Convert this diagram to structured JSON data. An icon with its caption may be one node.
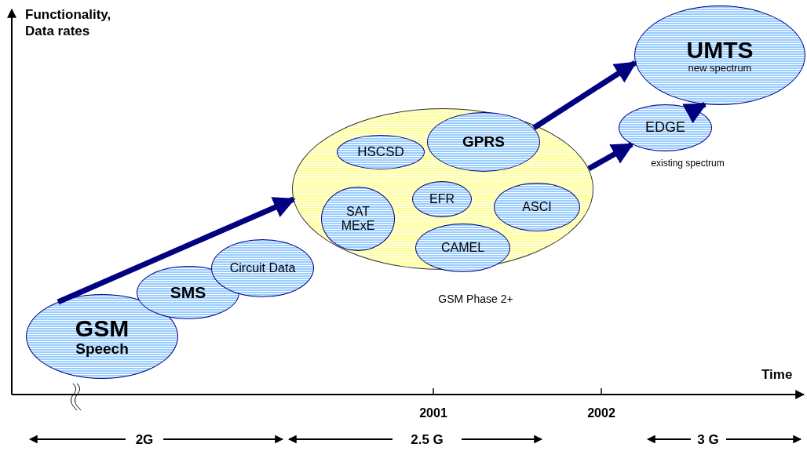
{
  "diagram": {
    "nodes": [
      {
        "text": [
          "GSM",
          "Speech"
        ]
      },
      {
        "text": [
          "SMS"
        ]
      },
      {
        "text": [
          "Circuit Data"
        ]
      },
      {
        "text": [
          "GSM Phase 2+"
        ]
      },
      {
        "text": [
          "HSCSD"
        ],
        "in": 3
      },
      {
        "text": [
          "GPRS"
        ],
        "in": 3
      },
      {
        "text": [
          "SAT MExE"
        ],
        "in": 3
      },
      {
        "text": [
          "EFR"
        ],
        "in": 3
      },
      {
        "text": [
          "ASCI"
        ],
        "in": 3
      },
      {
        "text": [
          "CAMEL"
        ],
        "in": 3
      },
      {
        "text": [
          "EDGE"
        ],
        "beside": [
          "existing spectrum"
        ]
      },
      {
        "text": [
          "UMTS",
          "new spectrum"
        ]
      }
    ],
    "edges": [
      {
        "from": 0,
        "to": 3,
        "arrow": "to"
      },
      {
        "from": 5,
        "to": 11,
        "arrow": "to"
      },
      {
        "from": 3,
        "to": 10,
        "arrow": "to"
      },
      {
        "from": 10,
        "to": 11,
        "arrow": "to"
      }
    ],
    "labels": [
      "Functionality, Data rates",
      "Time",
      "2001",
      "2002",
      "2G",
      "2.5 G",
      "3 G"
    ]
  }
}
